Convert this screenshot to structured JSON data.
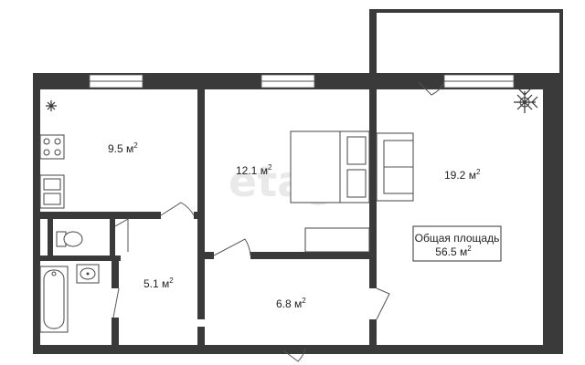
{
  "rooms": {
    "kitchen": {
      "area": "9.5 м",
      "unit_sup": "2"
    },
    "bedroom": {
      "area": "12.1 м",
      "unit_sup": "2"
    },
    "living": {
      "area": "19.2 м",
      "unit_sup": "2"
    },
    "bathroom": {
      "area": "5.1 м",
      "unit_sup": "2"
    },
    "hallway": {
      "area": "6.8 м",
      "unit_sup": "2"
    }
  },
  "total": {
    "label": "Общая площадь",
    "value": "56.5 м",
    "unit_sup": "2"
  },
  "watermark": "etagi",
  "colors": {
    "wall": "#3a3a3a",
    "background": "#ffffff",
    "watermark": "#e9e9e9"
  }
}
